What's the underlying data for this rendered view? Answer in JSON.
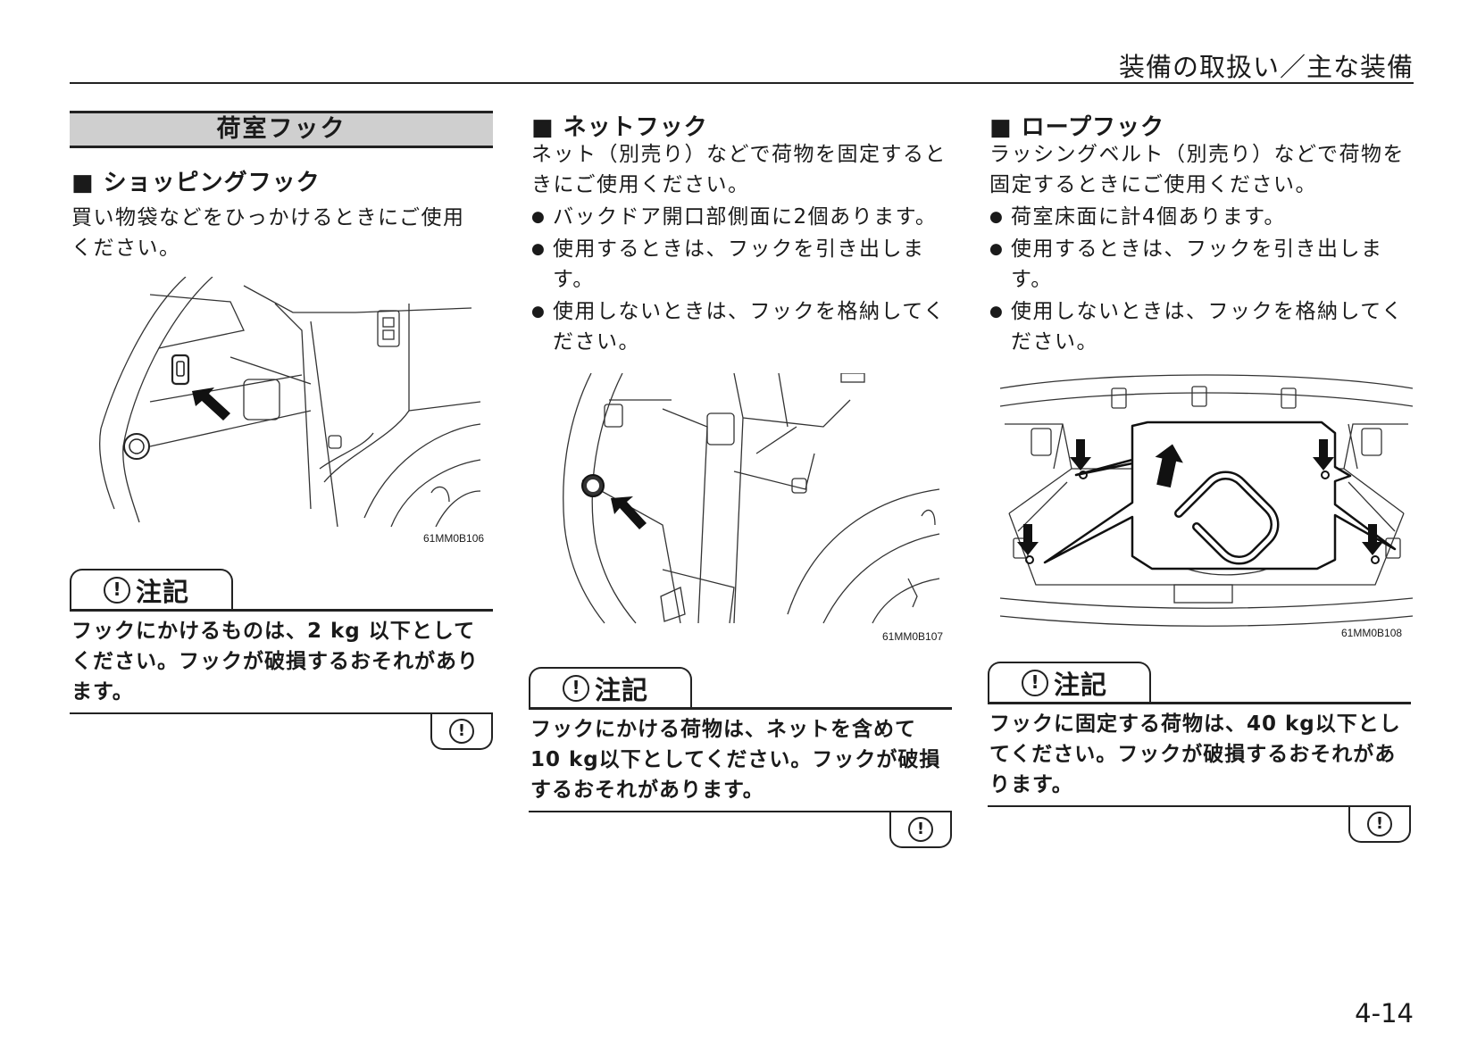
{
  "header": {
    "title": "装備の取扱い／主な装備"
  },
  "section": {
    "title": "荷室フック"
  },
  "col1": {
    "heading": "■ ショッピングフック",
    "body_lines": [
      "買い物袋などをひっかけるときにご使用",
      "ください。"
    ],
    "figure_code": "61MM0B106",
    "note": {
      "label": "注記",
      "lines": [
        "フックにかけるものは、2 kg 以下として",
        "ください。フックが破損するおそれがあり",
        "ます。"
      ]
    }
  },
  "col2": {
    "heading": "■ ネットフック",
    "body_lines": [
      "ネット（別売り）などで荷物を固定すると",
      "きにご使用ください。"
    ],
    "bullets": [
      [
        "バックドア開口部側面に2個あります。"
      ],
      [
        "使用するときは、フックを引き出しま",
        "す。"
      ],
      [
        "使用しないときは、フックを格納してく",
        "ださい。"
      ]
    ],
    "figure_code": "61MM0B107",
    "note": {
      "label": "注記",
      "lines": [
        "フックにかける荷物は、ネットを含めて",
        "10 kg以下としてください。フックが破損",
        "するおそれがあります。"
      ]
    }
  },
  "col3": {
    "heading": "■ ロープフック",
    "body_lines": [
      "ラッシングベルト（別売り）などで荷物を",
      "固定するときにご使用ください。"
    ],
    "bullets": [
      [
        "荷室床面に計4個あります。"
      ],
      [
        "使用するときは、フックを引き出しま",
        "す。"
      ],
      [
        "使用しないときは、フックを格納してく",
        "ださい。"
      ]
    ],
    "figure_code": "61MM0B108",
    "note": {
      "label": "注記",
      "lines": [
        "フックに固定する荷物は、40 kg以下とし",
        "てください。フックが破損するおそれがあ",
        "ります。"
      ]
    }
  },
  "icons": {
    "caution": "caution-icon",
    "arrow": "arrow-icon"
  },
  "warning_symbol": "!",
  "page_number": "4-14"
}
